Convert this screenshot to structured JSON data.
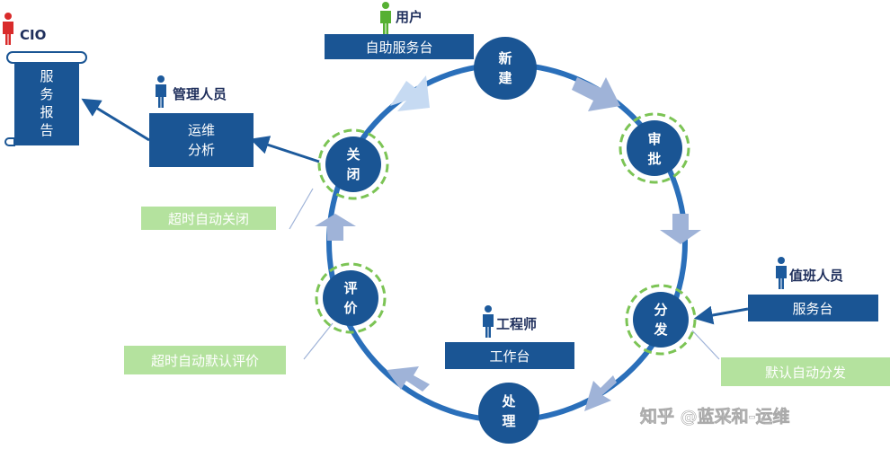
{
  "nodes": {
    "new": [
      "新",
      "建"
    ],
    "approve": [
      "审",
      "批"
    ],
    "assign": [
      "分",
      "发"
    ],
    "process": [
      "处",
      "理"
    ],
    "evaluate": [
      "评",
      "价"
    ],
    "close": [
      "关",
      "闭"
    ]
  },
  "roles": {
    "cio": "CIO",
    "user": "用户",
    "admin": "管理人员",
    "duty": "值班人员",
    "engineer": "工程师"
  },
  "boxes": {
    "self_service": "自助服务台",
    "ops_analysis": [
      "运维",
      "分析"
    ],
    "service_desk": "服务台",
    "workbench": "工作台",
    "service_report": [
      "服",
      "务",
      "报",
      "告"
    ]
  },
  "notes": {
    "auto_close": "超时自动关闭",
    "auto_evaluate": "超时自动默认评价",
    "auto_assign": "默认自动分发"
  },
  "watermark": "知乎 @蓝采和-运维",
  "colors": {
    "node": "#1a5594",
    "ring": "#2a6fba",
    "dash": "#7cc455",
    "green_box": "#b4e29e",
    "role_red": "#d92b2b",
    "role_green": "#56b033",
    "role_blue": "#1d5a9c",
    "arrow": "#9fb3d8"
  }
}
